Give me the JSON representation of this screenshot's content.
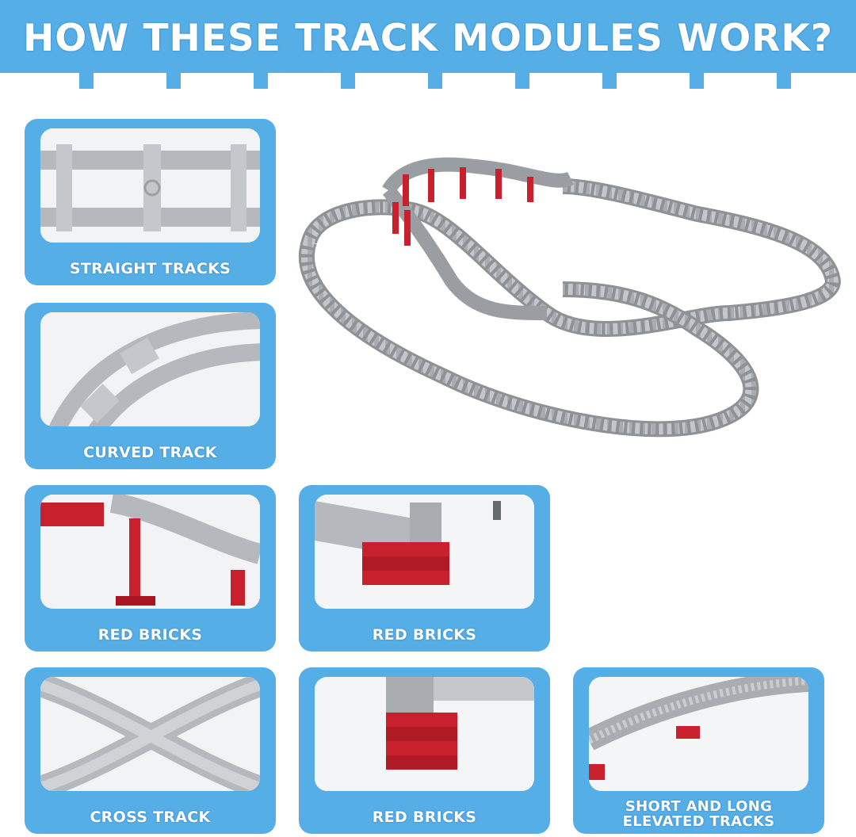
{
  "header": {
    "title": "HOW THESE TRACK MODULES WORK?",
    "bg_color": "#56aee6"
  },
  "cards": [
    {
      "label": "STRAIGHT TRACKS",
      "icon": "straight-track-photo"
    },
    {
      "label": "CURVED TRACK",
      "icon": "curved-track-photo"
    },
    {
      "label": "RED BRICKS",
      "icon": "red-pillar-photo"
    },
    {
      "label": "RED BRICKS",
      "icon": "red-brick-stack-photo"
    },
    {
      "label": "CROSS TRACK",
      "icon": "cross-track-photo"
    },
    {
      "label": "RED BRICKS",
      "icon": "red-brick-base-photo"
    },
    {
      "label_line1": "SHORT AND LONG",
      "label_line2": "ELEVATED TRACKS",
      "icon": "elevated-track-photo"
    }
  ],
  "colors": {
    "accent": "#56aee6",
    "track_gray": "#b9bcc0",
    "brick_red": "#c8202c",
    "label_text": "#ffffff"
  }
}
